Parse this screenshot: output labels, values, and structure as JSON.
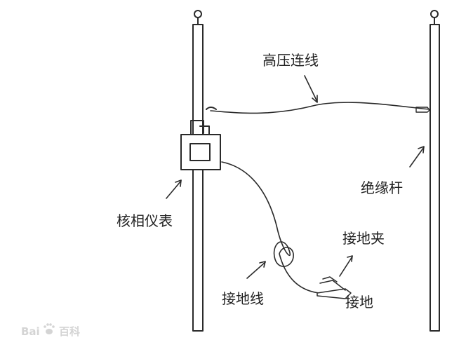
{
  "labels": {
    "high_voltage_wire": "高压连线",
    "insulating_rod": "绝缘杆",
    "phase_meter": "核相仪表",
    "ground_clamp": "接地夹",
    "ground_wire": "接地线",
    "grounding": "接地"
  },
  "watermark": {
    "brand": "Bai",
    "suffix": "百科"
  },
  "colors": {
    "line": "#2a2a2a",
    "text": "#222222",
    "watermark": "#d4d4d4"
  }
}
